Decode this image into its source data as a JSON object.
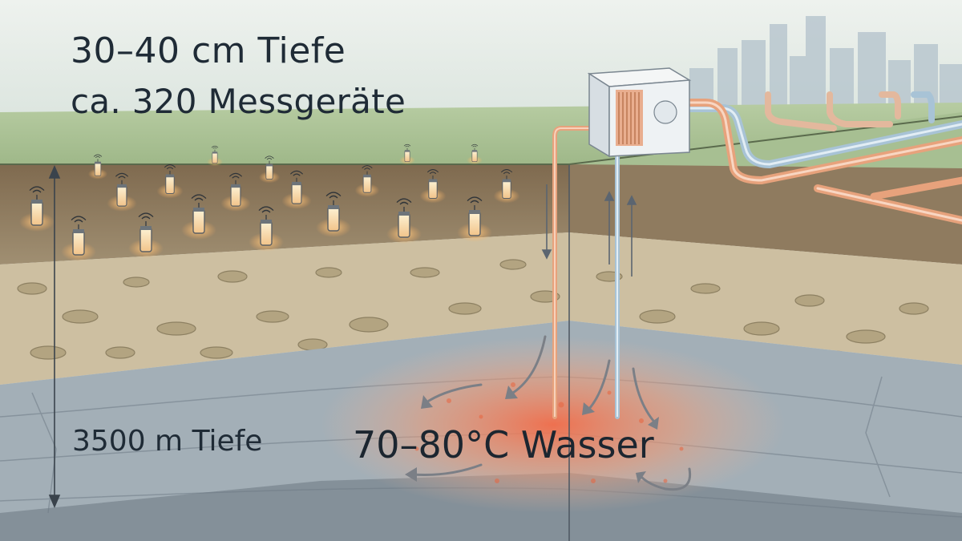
{
  "labels": {
    "shallow_depth": "30–40 cm Tiefe",
    "sensor_count": "ca. 320 Messgeräte",
    "deep_depth": "3500 m Tiefe",
    "water_temperature": "70–80°C Wasser"
  },
  "colors": {
    "sky": "#e4ebe6",
    "grass": "#a9c293",
    "topsoil": "#8e7a5e",
    "gravel": "#cbbd9e",
    "bedrock": "#a4b0b8",
    "hot_zone": "#f08a64",
    "hot_pipe": "#e7a27c",
    "cold_pipe": "#a8c3d6",
    "text": "#1f2b36"
  },
  "icons": {
    "sensor": "wireless-sensor-icon",
    "heat_pump": "heat-pump-unit-icon",
    "depth_arrow": "double-arrow-icon"
  }
}
